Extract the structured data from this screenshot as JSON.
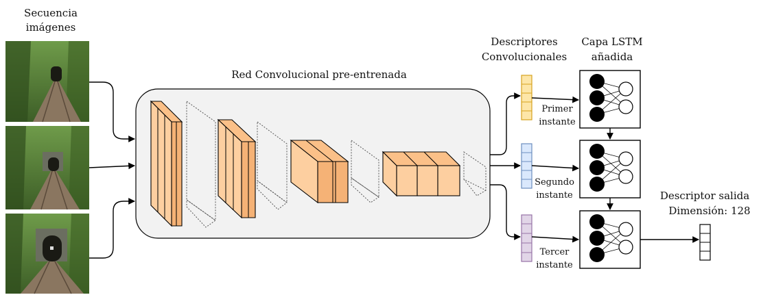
{
  "labels": {
    "input_sequence": [
      "Secuencia",
      "imágenes"
    ],
    "cnn_title": "Red Convolucional pre-entrenada",
    "conv_descriptors": [
      "Descriptores",
      "Convolucionales"
    ],
    "lstm_layer": [
      "Capa LSTM",
      "añadida"
    ],
    "instants": [
      [
        "Primer",
        "instante"
      ],
      [
        "Segundo",
        "instante"
      ],
      [
        "Tercer",
        "instante"
      ]
    ],
    "output_descriptor": [
      "Descriptor salida",
      "Dimensión: 128"
    ]
  },
  "colors": {
    "cnn_box_fill": "#f2f2f2",
    "layer_orange": "#fdcfa0",
    "descriptor_1": "#fde6a8",
    "descriptor_1_stroke": "#d6a21e",
    "descriptor_2": "#dae8fc",
    "descriptor_2_stroke": "#6c8ebf",
    "descriptor_3": "#e1d5e7",
    "descriptor_3_stroke": "#9673a6",
    "frame_foliage": "#4f7a34",
    "tunnel_dark": "#1a1a14",
    "track": "#8a7660"
  }
}
